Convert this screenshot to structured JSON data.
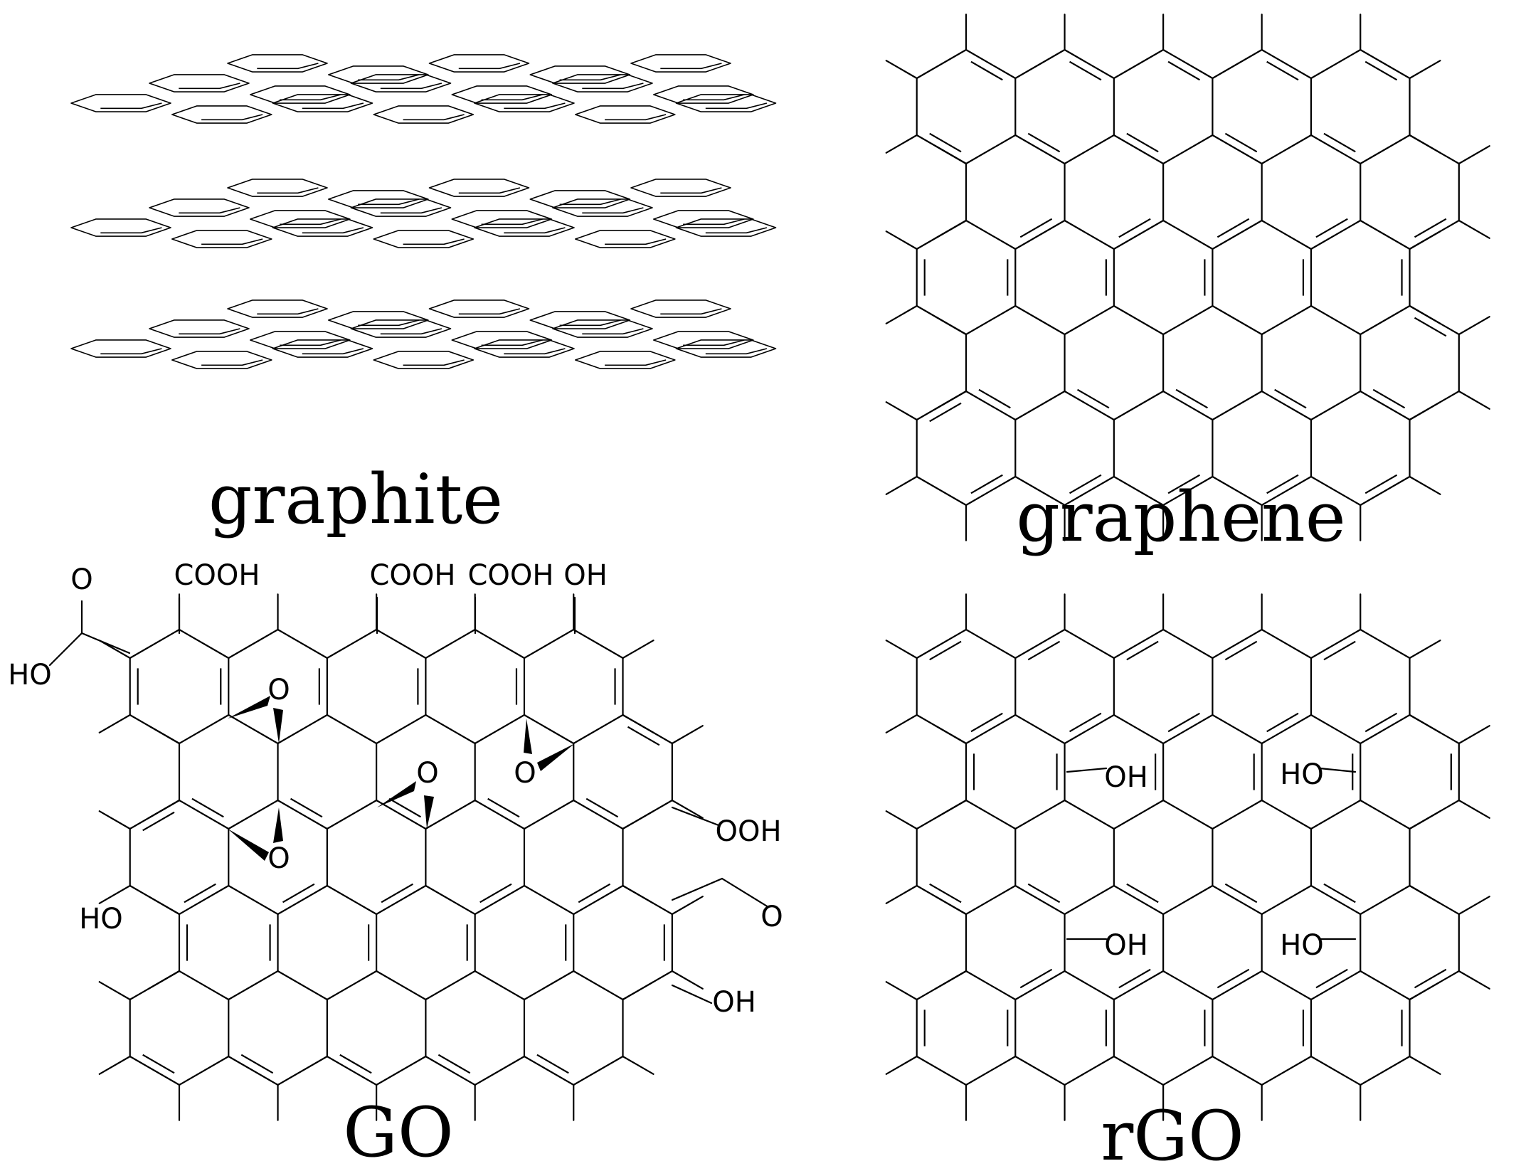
{
  "captions": {
    "graphite": "graphite",
    "graphene": "graphene",
    "go": "GO",
    "rgo": "rGO"
  },
  "go_groups": [
    "O",
    "COOH",
    "COOH",
    "COOH",
    "OH",
    "HO",
    "O",
    "O",
    "O",
    "O",
    "OOH",
    "HO",
    "O",
    "OH"
  ],
  "rgo_groups": [
    "OH",
    "HO",
    "OH",
    "HO"
  ]
}
